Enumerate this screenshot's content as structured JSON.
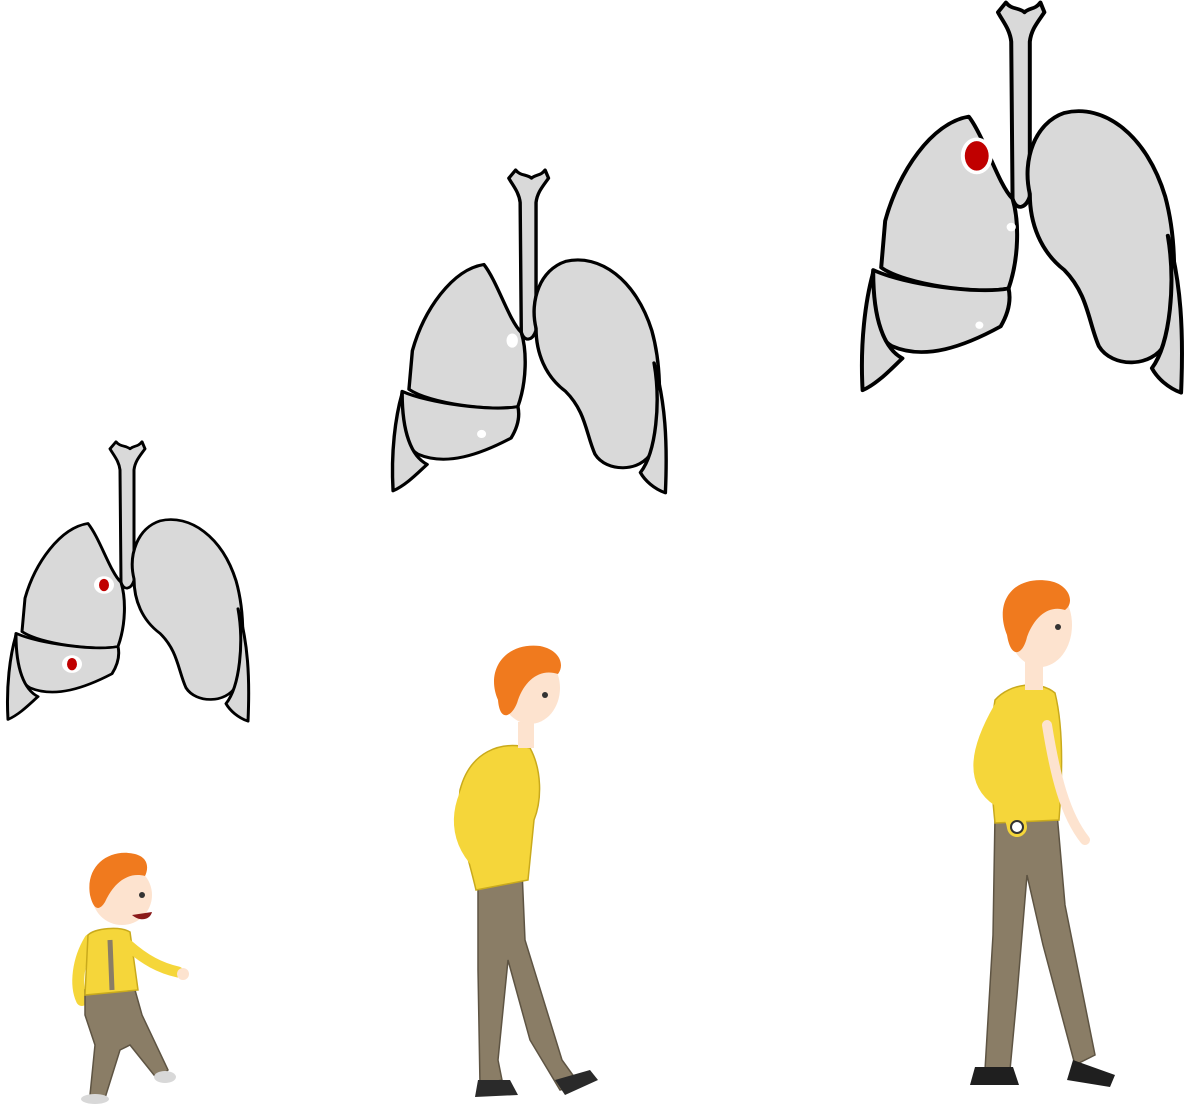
{
  "stages": [
    {
      "id": "child",
      "figure_icon": "walking-boy-figure",
      "lung_icon": "lungs-icon",
      "lesions": [
        {
          "lobe": "right-upper",
          "type": "red-spot"
        },
        {
          "lobe": "right-lower",
          "type": "red-spot"
        }
      ]
    },
    {
      "id": "teen",
      "figure_icon": "walking-teen-figure",
      "lung_icon": "lungs-icon",
      "lesions": [
        {
          "lobe": "right-upper",
          "type": "white-spot"
        },
        {
          "lobe": "right-lower",
          "type": "white-spot"
        }
      ]
    },
    {
      "id": "adult",
      "figure_icon": "walking-man-figure",
      "lung_icon": "lungs-icon",
      "lesions": [
        {
          "lobe": "right-upper",
          "type": "red-spot"
        },
        {
          "lobe": "right-upper",
          "type": "white-spot"
        },
        {
          "lobe": "right-lower",
          "type": "white-spot"
        }
      ]
    }
  ],
  "colors": {
    "lung_fill": "#d9d9d9",
    "outline": "#000000",
    "lesion_red": "#c00000",
    "hair": "#f07a1e",
    "shirt": "#f5d63a",
    "pants": "#8a7d66",
    "skin": "#fde3cf",
    "shoes": "#2a2a2a"
  }
}
